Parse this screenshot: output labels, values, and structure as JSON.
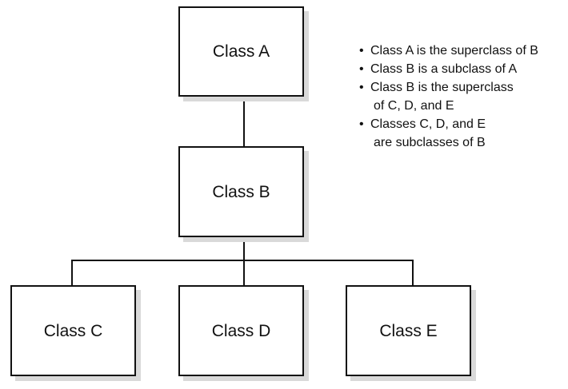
{
  "diagram": {
    "nodes": {
      "class_a": {
        "label": "Class A"
      },
      "class_b": {
        "label": "Class B"
      },
      "class_c": {
        "label": "Class C"
      },
      "class_d": {
        "label": "Class D"
      },
      "class_e": {
        "label": "Class E"
      }
    },
    "notes": {
      "bullet": "•",
      "items": [
        {
          "line1": "Class A is the superclass of B",
          "line2": ""
        },
        {
          "line1": "Class B is a subclass of A",
          "line2": ""
        },
        {
          "line1": "Class B is the superclass",
          "line2": "of C, D, and E"
        },
        {
          "line1": "Classes C, D, and E",
          "line2": "are subclasses of B"
        }
      ]
    }
  }
}
